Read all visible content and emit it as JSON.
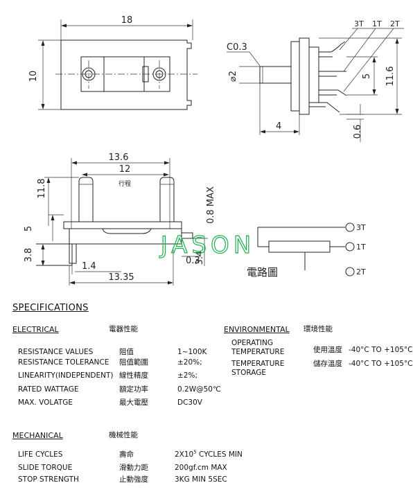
{
  "drawing": {
    "top_view": {
      "width": "18",
      "height": "10"
    },
    "side_view": {
      "pins": [
        "3T",
        "1T",
        "2T"
      ],
      "chamfer": "C0.3",
      "shaft_dia": "2",
      "shaft_len": "4",
      "pitch": "5",
      "total_h": "11.6",
      "pin_thk": "0.6"
    },
    "front_view": {
      "w1": "13.6",
      "travel": "12",
      "travel_cn": "行程",
      "h_total": "11.8",
      "h_body": "5",
      "h_base": "3.8",
      "offset": "1.4",
      "w2": "13.35",
      "max_label": "0.8 MAX",
      "h34": "3.4",
      "d03": "0.3"
    },
    "circuit": {
      "labels": [
        "3T",
        "1T",
        "2T"
      ],
      "title": "電路圖"
    },
    "watermark": "JASON"
  },
  "specs": {
    "title": "SPECIFICATIONS",
    "electrical": {
      "header": "ELECTRICAL",
      "header_cn": "電器性能",
      "rows": [
        {
          "en": "RESISTANCE VALUES",
          "cn": "阻值",
          "val": "1~100K"
        },
        {
          "en": "RESISTANCE TOLERANCE",
          "cn": "阻值範圍",
          "val": "±20%;"
        },
        {
          "en": "LINEARITY(INDEPENDENT)",
          "cn": "線性精度",
          "val": "±2%;"
        },
        {
          "en": "RATED WATTAGE",
          "cn": "額定功率",
          "val": "0.2W@50℃"
        },
        {
          "en": "MAX.  VOLATGE",
          "cn": "最大電壓",
          "val": "DC30V"
        }
      ]
    },
    "environmental": {
      "header": "ENVIRONMENTAL",
      "header_cn": "環境性能",
      "rows": [
        {
          "en1": "OPERATING",
          "en2": "TEMPERATURE",
          "cn": "使用溫度",
          "val": "-40°C TO +105°C"
        },
        {
          "en1": "TEMPERATURE",
          "en2": "STORAGE",
          "cn": "儲存溫度",
          "val": "-40°C TO +105°C"
        }
      ]
    },
    "mechanical": {
      "header": "MECHANICAL",
      "header_cn": "機械性能",
      "rows": [
        {
          "en": "LIFE  CYCLES",
          "cn": "壽命",
          "val_pre": "2X10",
          "val_sup": "5",
          "val_post": " CYCLES MIN"
        },
        {
          "en": "SLIDE TORQUE",
          "cn": "滑動力距",
          "val": "200gf.cm MAX"
        },
        {
          "en": "STOP  STRENGTH",
          "cn": "止動強度",
          "val": "3KG MIN  5SEC"
        }
      ]
    }
  }
}
